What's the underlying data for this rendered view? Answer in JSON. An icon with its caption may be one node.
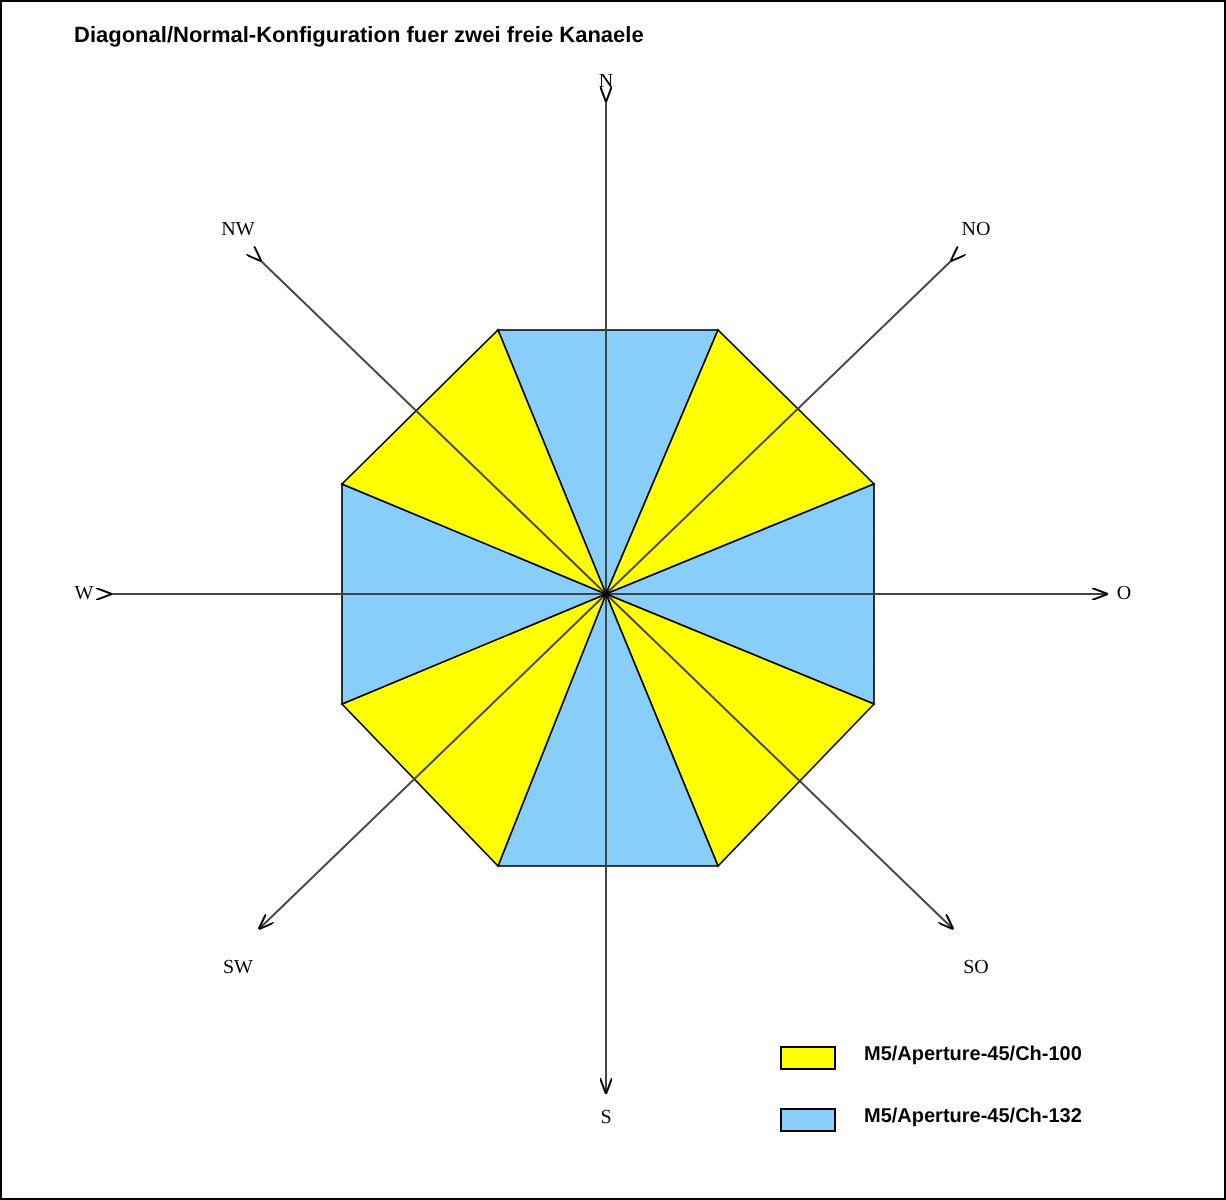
{
  "diagram": {
    "title": "Diagonal/Normal-Konfiguration fuer zwei freie Kanaele",
    "labels": [
      "N",
      "NW",
      "NO",
      "W",
      "O",
      "SW",
      "SO",
      "S"
    ],
    "legend": [
      {
        "text": "M5/Aperture-45/Ch-100",
        "color": "#ffff00"
      },
      {
        "text": "M5/Aperture-45/Ch-132",
        "color": "#87cefa"
      }
    ]
  }
}
